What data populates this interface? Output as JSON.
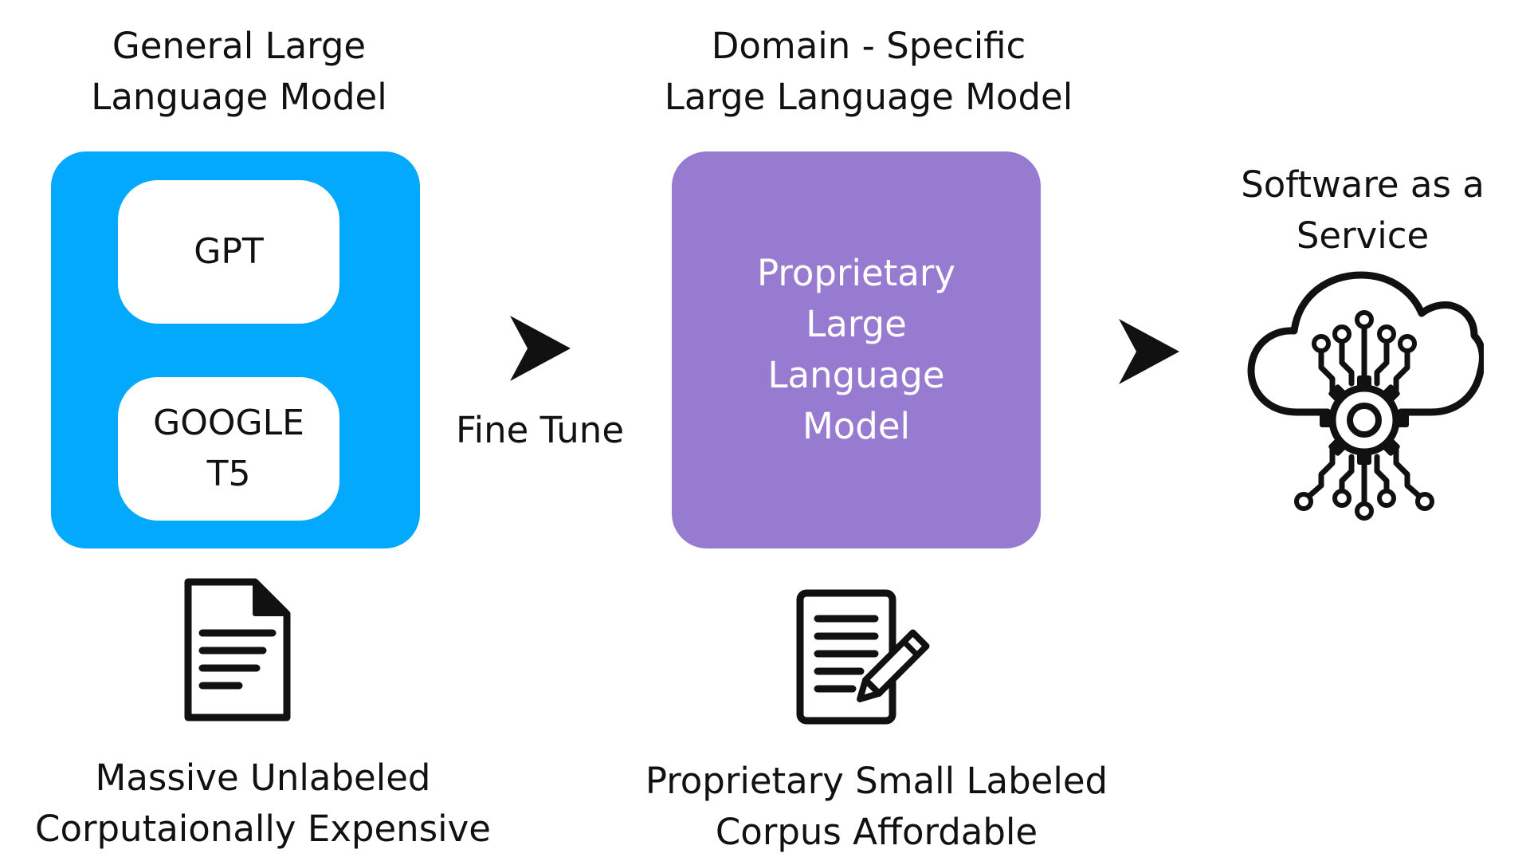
{
  "columns": {
    "general": {
      "heading_line1": "General Large",
      "heading_line2": "Language Model",
      "models": [
        "GPT",
        "GOOGLE",
        "T5"
      ],
      "caption_line1": "Massive Unlabeled",
      "caption_line2": "Corputaionally Expensive",
      "panel_color": "#03a9fd",
      "icon": "document-icon"
    },
    "domain": {
      "heading_line1": "Domain - Specific",
      "heading_line2": "Large Language Model",
      "panel_lines": [
        "Proprietary",
        "Large",
        "Language",
        "Model"
      ],
      "caption_line1": "Proprietary Small Labeled",
      "caption_line2": "Corpus Affordable",
      "panel_color": "#977bd0",
      "icon": "notes-pen-icon"
    },
    "service": {
      "heading_line1": "Software as a",
      "heading_line2": "Service",
      "icon": "cloud-gear-circuit-icon"
    }
  },
  "arrows": {
    "first_label": "Fine Tune",
    "icon": "chevron-arrow-right-icon"
  }
}
